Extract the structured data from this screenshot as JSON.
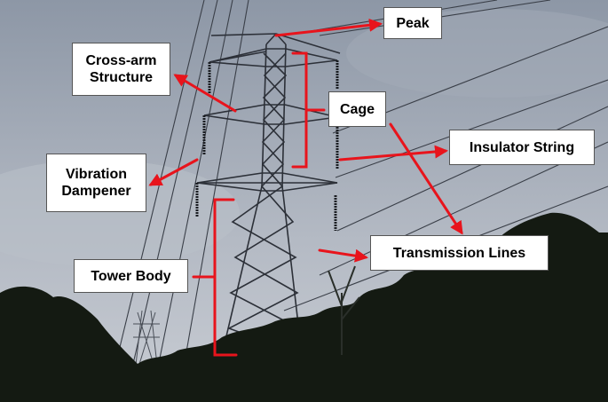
{
  "labels": {
    "peak": "Peak",
    "cross_arm": "Cross-arm\nStructure",
    "cage": "Cage",
    "insulator_string": "Insulator String",
    "vibration_dampener": "Vibration\nDampener",
    "transmission_lines": "Transmission Lines",
    "tower_body": "Tower Body"
  },
  "colors": {
    "arrow": "#e8141c",
    "sky_top": "#8d97a6",
    "sky_bottom": "#c3c8d0",
    "tree": "#141a12",
    "steel": "#2c3038"
  }
}
